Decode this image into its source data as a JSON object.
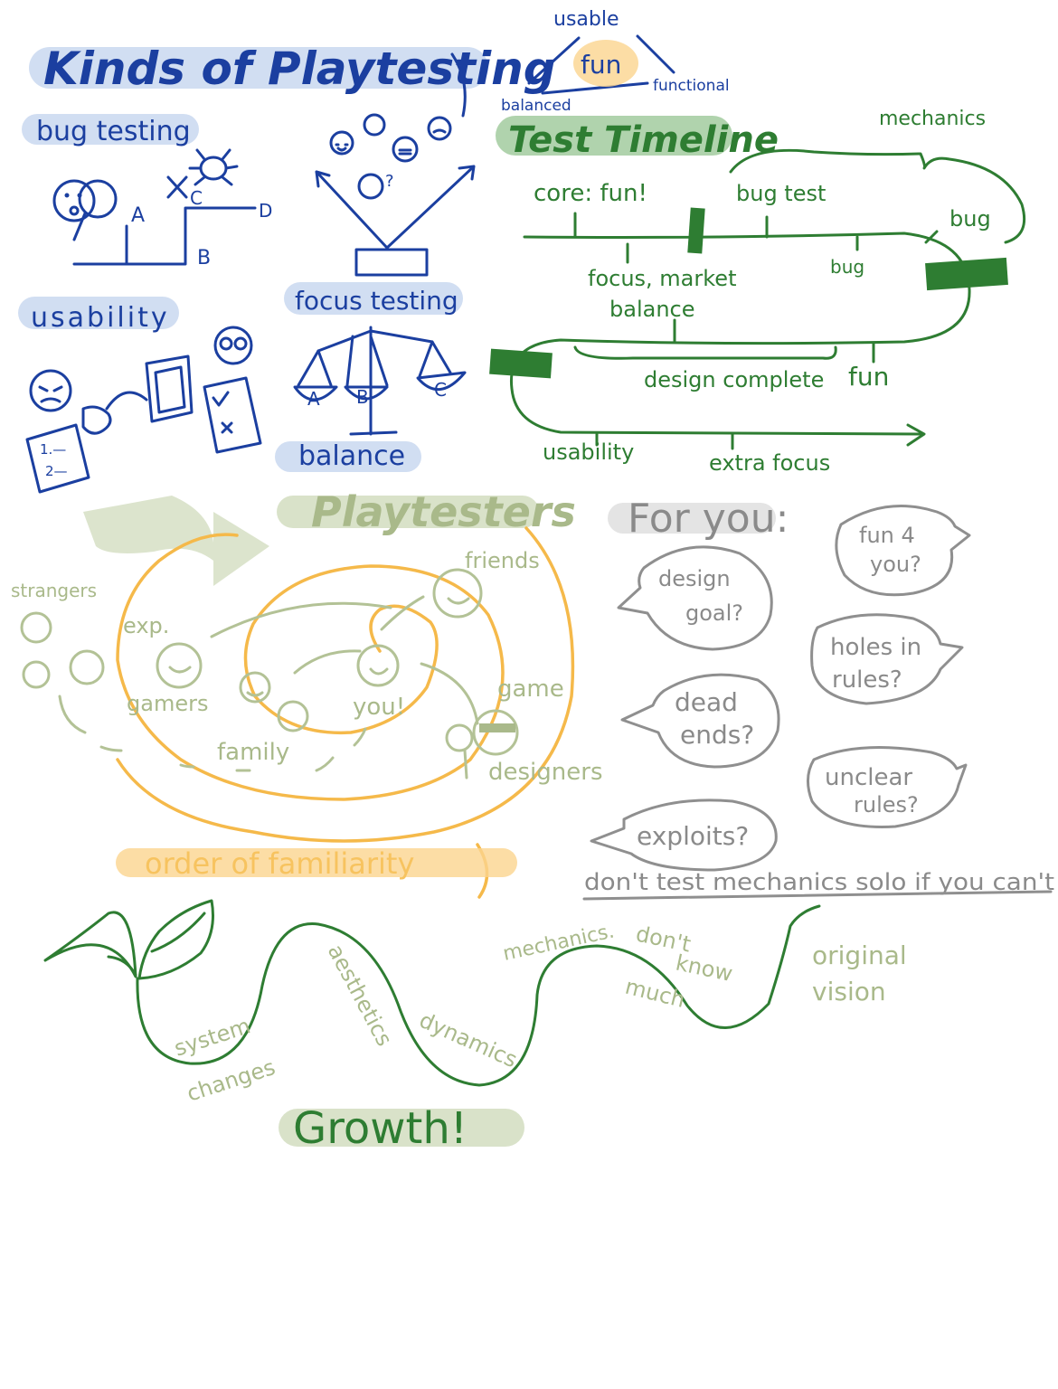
{
  "title": "Kinds of Playtesting",
  "triangle": {
    "top": "usable",
    "center": "fun",
    "left": "balanced",
    "right": "functional"
  },
  "kinds": {
    "bug_testing": "bug testing",
    "bug_points": [
      "A",
      "B",
      "C",
      "D"
    ],
    "usability": "usability",
    "usability_list": [
      "1.—",
      "2—"
    ],
    "focus_testing": "focus testing",
    "balance": "balance",
    "balance_pans": [
      "A",
      "B",
      "C"
    ],
    "face_question": "?"
  },
  "timeline": {
    "title": "Test Timeline",
    "labels": {
      "mechanics": "mechanics",
      "core_fun": "core: fun!",
      "bug_test": "bug test",
      "bug_upper": "bug",
      "bug_lower": "bug",
      "focus_market": "focus, market",
      "balance": "balance",
      "design_complete": "design complete",
      "fun": "fun",
      "usability": "usability",
      "extra_focus": "extra focus"
    }
  },
  "playtesters": {
    "title": "Playtesters",
    "labels": {
      "strangers": "strangers",
      "exp": "exp.",
      "gamers": "gamers",
      "friends": "friends",
      "you": "you!",
      "family": "family",
      "game": "game",
      "designers": "designers"
    },
    "caption": "order of familiarity"
  },
  "for_you": {
    "title": "For you:",
    "bubbles": [
      {
        "line1": "design",
        "line2": "goal?"
      },
      {
        "line1": "fun 4",
        "line2": "you?"
      },
      {
        "line1": "holes in",
        "line2": "rules?"
      },
      {
        "line1": "dead",
        "line2": "ends?"
      },
      {
        "line1": "unclear",
        "line2": "rules?"
      },
      {
        "line1": "exploits?",
        "line2": ""
      }
    ],
    "note": "don't test mechanics solo if you can't"
  },
  "growth": {
    "title": "Growth!",
    "labels": {
      "system": "system",
      "changes": "changes",
      "aesthetics": "aesthetics",
      "dynamics": "dynamics",
      "mechanics": "mechanics.",
      "dont_know": "don't",
      "know": "know",
      "much": "much",
      "original": "original",
      "vision": "vision"
    }
  },
  "colors": {
    "blue_ink": "#1b3fa0",
    "green_ink": "#2e7d32",
    "olive_ink": "#a9b98a",
    "orange_ink": "#f5b94a",
    "gray_ink": "#8a8a8a"
  }
}
